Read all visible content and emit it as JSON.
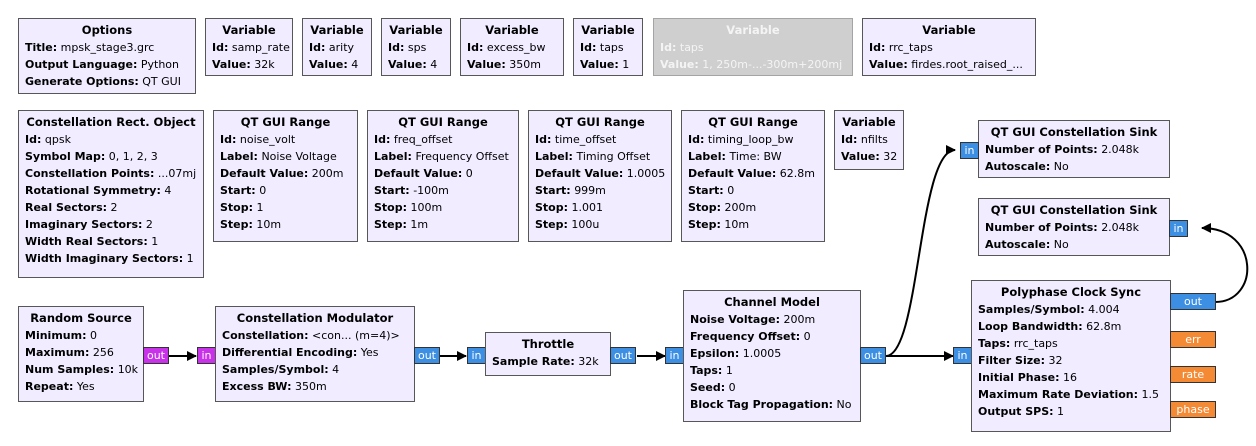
{
  "blocks": {
    "options": {
      "title": "Options",
      "rows": [
        [
          "Title:",
          "mpsk_stage3.grc"
        ],
        [
          "Output Language:",
          "Python"
        ],
        [
          "Generate Options:",
          "QT GUI"
        ]
      ]
    },
    "var_samp_rate": {
      "title": "Variable",
      "rows": [
        [
          "Id:",
          "samp_rate"
        ],
        [
          "Value:",
          "32k"
        ]
      ]
    },
    "var_arity": {
      "title": "Variable",
      "rows": [
        [
          "Id:",
          "arity"
        ],
        [
          "Value:",
          "4"
        ]
      ]
    },
    "var_sps": {
      "title": "Variable",
      "rows": [
        [
          "Id:",
          "sps"
        ],
        [
          "Value:",
          "4"
        ]
      ]
    },
    "var_excess_bw": {
      "title": "Variable",
      "rows": [
        [
          "Id:",
          "excess_bw"
        ],
        [
          "Value:",
          "350m"
        ]
      ]
    },
    "var_taps": {
      "title": "Variable",
      "rows": [
        [
          "Id:",
          "taps"
        ],
        [
          "Value:",
          "1"
        ]
      ]
    },
    "var_taps_disabled": {
      "title": "Variable",
      "rows": [
        [
          "Id:",
          "taps"
        ],
        [
          "Value:",
          "1, 250m-...-300m+200mj"
        ]
      ]
    },
    "var_rrc_taps": {
      "title": "Variable",
      "rows": [
        [
          "Id:",
          "rrc_taps"
        ],
        [
          "Value:",
          "firdes.root_raised_..."
        ]
      ]
    },
    "constellation_obj": {
      "title": "Constellation Rect. Object",
      "rows": [
        [
          "Id:",
          "qpsk"
        ],
        [
          "Symbol Map:",
          "0, 1, 2, 3"
        ],
        [
          "Constellation Points:",
          "...07mj"
        ],
        [
          "Rotational Symmetry:",
          "4"
        ],
        [
          "Real Sectors:",
          "2"
        ],
        [
          "Imaginary Sectors:",
          "2"
        ],
        [
          "Width Real Sectors:",
          "1"
        ],
        [
          "Width Imaginary Sectors:",
          "1"
        ]
      ]
    },
    "range_noise": {
      "title": "QT GUI Range",
      "rows": [
        [
          "Id:",
          "noise_volt"
        ],
        [
          "Label:",
          "Noise Voltage"
        ],
        [
          "Default Value:",
          "200m"
        ],
        [
          "Start:",
          "0"
        ],
        [
          "Stop:",
          "1"
        ],
        [
          "Step:",
          "10m"
        ]
      ]
    },
    "range_freq": {
      "title": "QT GUI Range",
      "rows": [
        [
          "Id:",
          "freq_offset"
        ],
        [
          "Label:",
          "Frequency Offset"
        ],
        [
          "Default Value:",
          "0"
        ],
        [
          "Start:",
          "-100m"
        ],
        [
          "Stop:",
          "100m"
        ],
        [
          "Step:",
          "1m"
        ]
      ]
    },
    "range_time": {
      "title": "QT GUI Range",
      "rows": [
        [
          "Id:",
          "time_offset"
        ],
        [
          "Label:",
          "Timing Offset"
        ],
        [
          "Default Value:",
          "1.0005"
        ],
        [
          "Start:",
          "999m"
        ],
        [
          "Stop:",
          "1.001"
        ],
        [
          "Step:",
          "100u"
        ]
      ]
    },
    "range_loop": {
      "title": "QT GUI Range",
      "rows": [
        [
          "Id:",
          "timing_loop_bw"
        ],
        [
          "Label:",
          "Time: BW"
        ],
        [
          "Default Value:",
          "62.8m"
        ],
        [
          "Start:",
          "0"
        ],
        [
          "Stop:",
          "200m"
        ],
        [
          "Step:",
          "10m"
        ]
      ]
    },
    "var_nfilts": {
      "title": "Variable",
      "rows": [
        [
          "Id:",
          "nfilts"
        ],
        [
          "Value:",
          "32"
        ]
      ]
    },
    "const_sink_1": {
      "title": "QT GUI Constellation Sink",
      "rows": [
        [
          "Number of Points:",
          "2.048k"
        ],
        [
          "Autoscale:",
          "No"
        ]
      ]
    },
    "const_sink_2": {
      "title": "QT GUI Constellation Sink",
      "rows": [
        [
          "Number of Points:",
          "2.048k"
        ],
        [
          "Autoscale:",
          "No"
        ]
      ]
    },
    "random_source": {
      "title": "Random Source",
      "rows": [
        [
          "Minimum:",
          "0"
        ],
        [
          "Maximum:",
          "256"
        ],
        [
          "Num Samples:",
          "10k"
        ],
        [
          "Repeat:",
          "Yes"
        ]
      ]
    },
    "const_mod": {
      "title": "Constellation Modulator",
      "rows": [
        [
          "Constellation:",
          "<con... (m=4)>"
        ],
        [
          "Differential Encoding:",
          "Yes"
        ],
        [
          "Samples/Symbol:",
          "4"
        ],
        [
          "Excess BW:",
          "350m"
        ]
      ]
    },
    "throttle": {
      "title": "Throttle",
      "rows": [
        [
          "Sample Rate:",
          "32k"
        ]
      ]
    },
    "channel_model": {
      "title": "Channel Model",
      "rows": [
        [
          "Noise Voltage:",
          "200m"
        ],
        [
          "Frequency Offset:",
          "0"
        ],
        [
          "Epsilon:",
          "1.0005"
        ],
        [
          "Taps:",
          "1"
        ],
        [
          "Seed:",
          "0"
        ],
        [
          "Block Tag Propagation:",
          "No"
        ]
      ]
    },
    "clock_sync": {
      "title": "Polyphase Clock Sync",
      "rows": [
        [
          "Samples/Symbol:",
          "4.004"
        ],
        [
          "Loop Bandwidth:",
          "62.8m"
        ],
        [
          "Taps:",
          "rrc_taps"
        ],
        [
          "Filter Size:",
          "32"
        ],
        [
          "Initial Phase:",
          "16"
        ],
        [
          "Maximum Rate Deviation:",
          "1.5"
        ],
        [
          "Output SPS:",
          "1"
        ]
      ]
    }
  },
  "ports": {
    "in": "in",
    "out": "out",
    "err": "err",
    "rate": "rate",
    "phase": "phase"
  },
  "colors": {
    "block_bg": "#f1ecff",
    "disabled_bg": "#cfcfcf",
    "complex_port": "#3c8fe3",
    "byte_port": "#c832e8",
    "float_port": "#f58a34"
  }
}
